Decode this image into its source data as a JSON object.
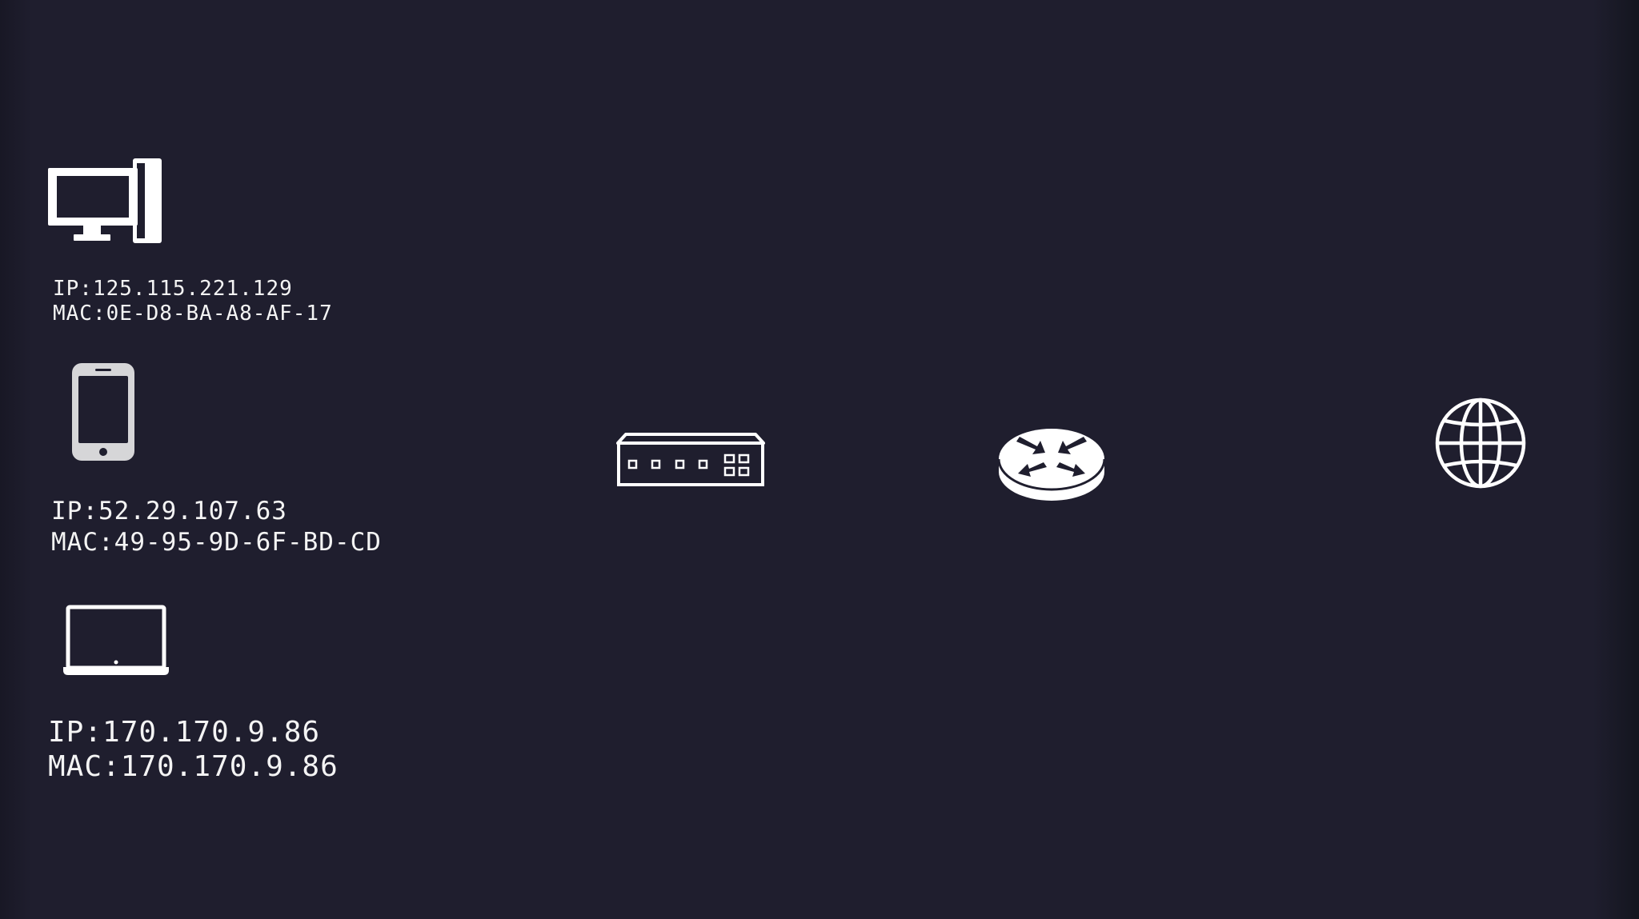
{
  "colors": {
    "background": "#1f1e2e",
    "icon": "#ffffff",
    "text": "#f4f4f4"
  },
  "nodes": {
    "desktop": {
      "icon": "desktop-computer-icon",
      "ip_line": "IP:125.115.221.129",
      "mac_line": "MAC:0E-D8-BA-A8-AF-17"
    },
    "phone": {
      "icon": "smartphone-icon",
      "ip_line": "IP:52.29.107.63",
      "mac_line": "MAC:49-95-9D-6F-BD-CD"
    },
    "laptop": {
      "icon": "laptop-icon",
      "ip_line": "IP:170.170.9.86",
      "mac_line": "MAC:170.170.9.86"
    },
    "switch": {
      "icon": "network-switch-icon"
    },
    "router": {
      "icon": "router-icon"
    },
    "internet": {
      "icon": "globe-icon"
    }
  }
}
